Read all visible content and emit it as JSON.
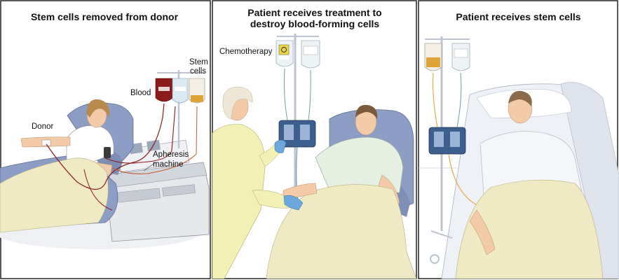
{
  "panels": [
    {
      "title": "Stem cells removed from donor",
      "labels": {
        "donor": "Donor",
        "blood": "Blood",
        "stem_cells_line1": "Stem",
        "stem_cells_line2": "cells",
        "apheresis_line1": "Apheresis",
        "apheresis_line2": "machine"
      }
    },
    {
      "title_line1": "Patient receives treatment to",
      "title_line2": "destroy blood-forming cells",
      "labels": {
        "chemotherapy": "Chemotherapy"
      }
    },
    {
      "title": "Patient receives stem cells"
    }
  ],
  "colors": {
    "panel_border": "#222222",
    "chair_blue": "#8c9ec6",
    "blanket": "#efe9c4",
    "blood_red": "#8b1a1a",
    "stem_cell_amber": "#e0a53a",
    "iv_pole": "#bcc4d2",
    "infusion_pump": "#3d5f8d",
    "nurse_gown": "#f2f0b4",
    "glove_blue": "#6ca7dd",
    "bed_sheet": "#eef1f6"
  }
}
